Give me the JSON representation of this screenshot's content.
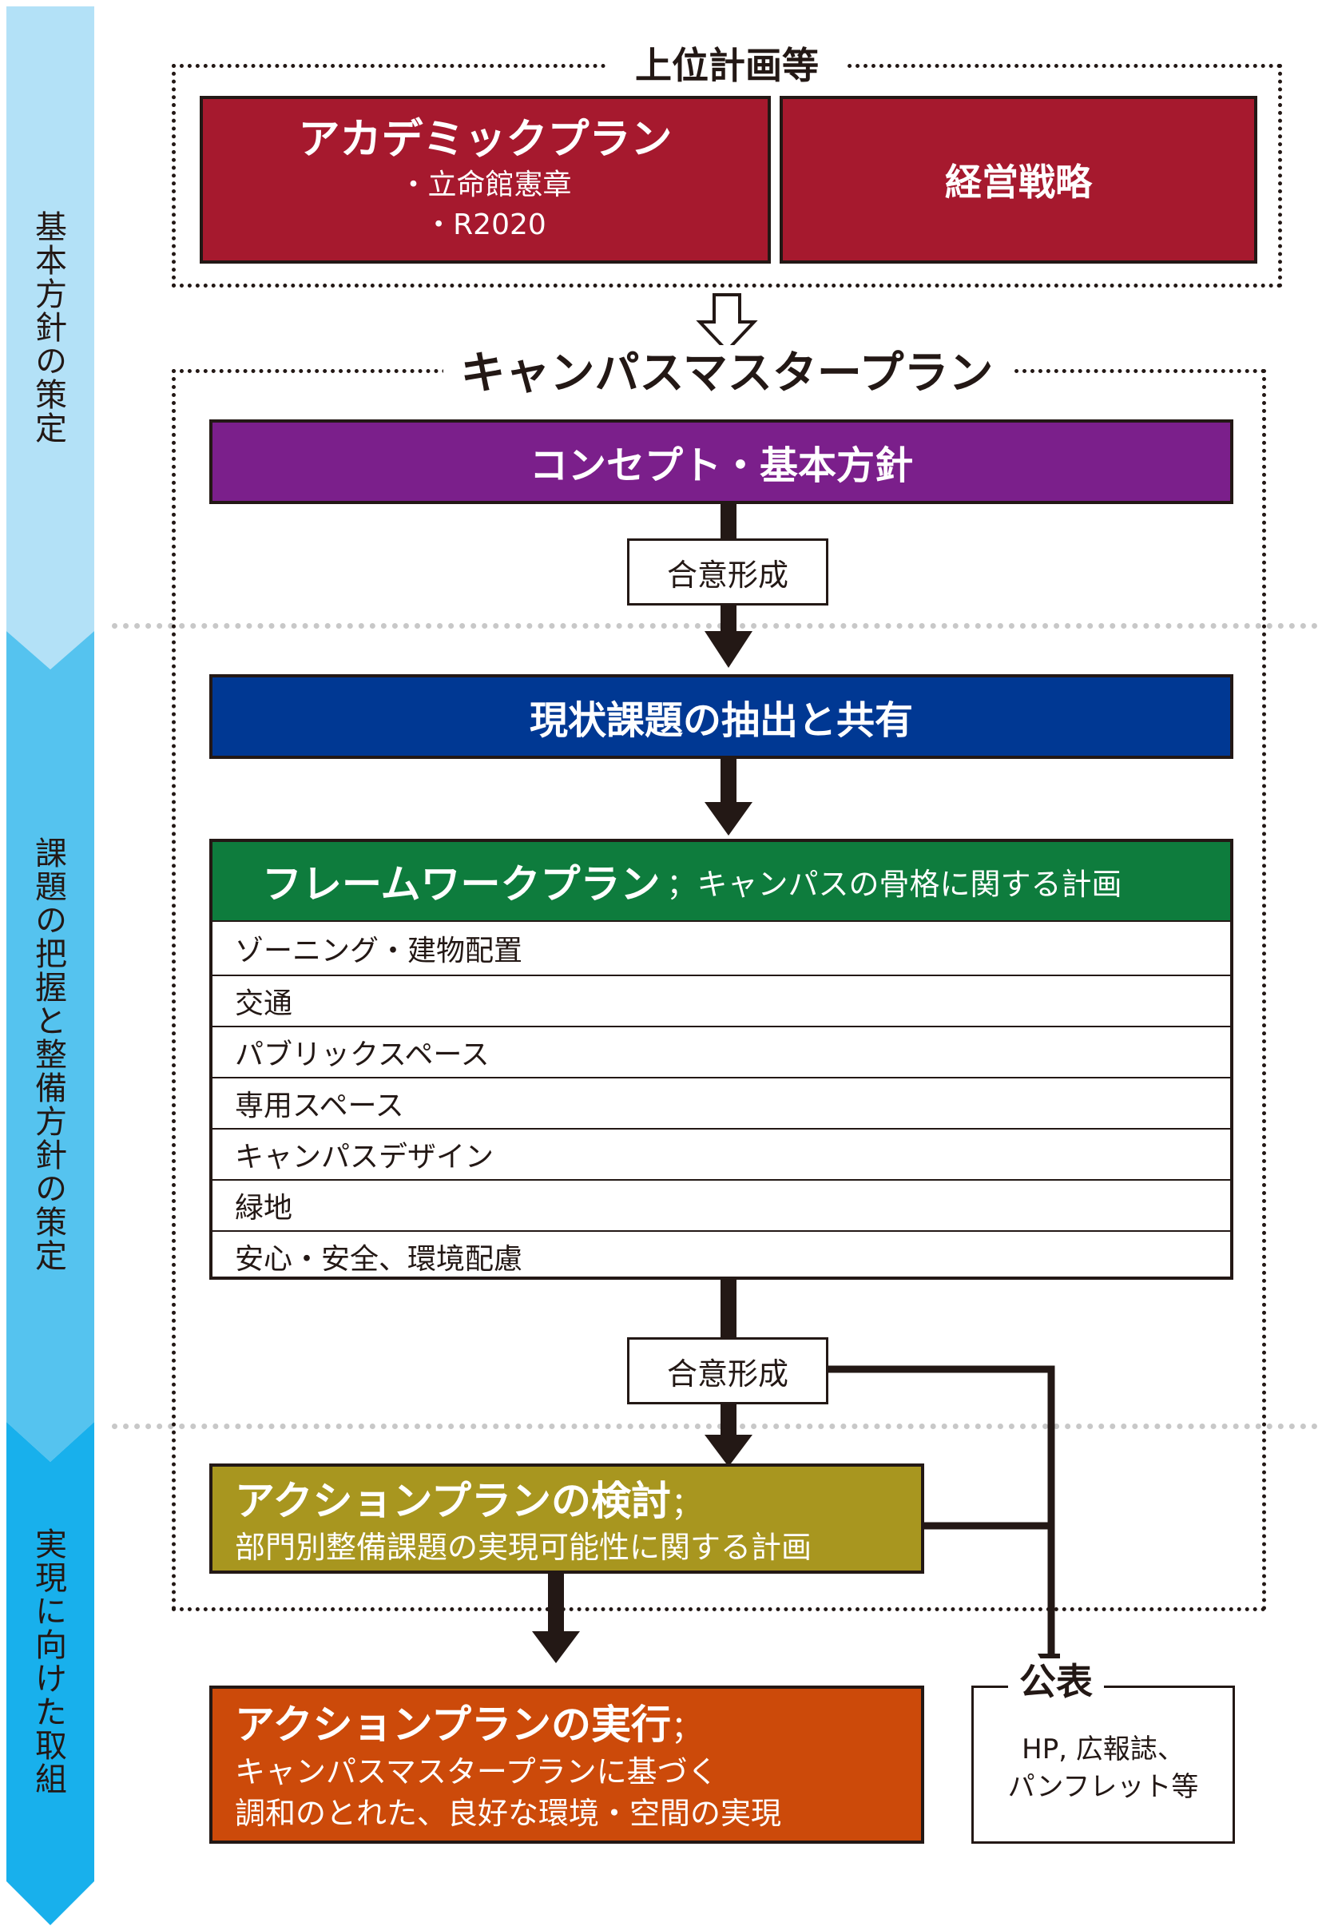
{
  "phases": [
    {
      "label": "基本方針の策定",
      "color": "#b3e1f7"
    },
    {
      "label": "課題の把握と整備方針の策定",
      "color": "#55c3ef"
    },
    {
      "label": "実現に向けた取組",
      "color": "#18b0ec"
    }
  ],
  "upper_plans": {
    "title": "上位計画等",
    "academic": {
      "title": "アカデミックプラン",
      "items": [
        "・立命館憲章",
        "・R2020"
      ]
    },
    "strategy": "経営戦略"
  },
  "master_plan": {
    "title": "キャンパスマスタープラン",
    "concept": "コンセプト・基本方針",
    "consensus_1": "合意形成",
    "issues": "現状課題の抽出と共有",
    "framework": {
      "title": "フレームワークプラン",
      "subtitle": "；キャンパスの骨格に関する計画",
      "items": [
        "ゾーニング・建物配置",
        "交通",
        "パブリックスペース",
        "専用スペース",
        "キャンパスデザイン",
        "緑地",
        "安心・安全、環境配慮"
      ]
    },
    "consensus_2": "合意形成",
    "action_review": {
      "title": "アクションプランの検討",
      "suffix": "；",
      "subtitle": "部門別整備課題の実現可能性に関する計画"
    }
  },
  "action_exec": {
    "title": "アクションプランの実行",
    "suffix": "；",
    "lines": [
      "キャンパスマスタープランに基づく",
      "調和のとれた、良好な環境・空間の実現"
    ]
  },
  "publication": {
    "title": "公表",
    "lines": [
      "HP, 広報誌、",
      "パンフレット等"
    ]
  },
  "colors": {
    "red": "#a6192e",
    "purple": "#7b1f8b",
    "navy": "#003893",
    "green": "#0e7c3d",
    "olive": "#a8961f",
    "orange": "#cc4a0a",
    "ink": "#231815"
  }
}
